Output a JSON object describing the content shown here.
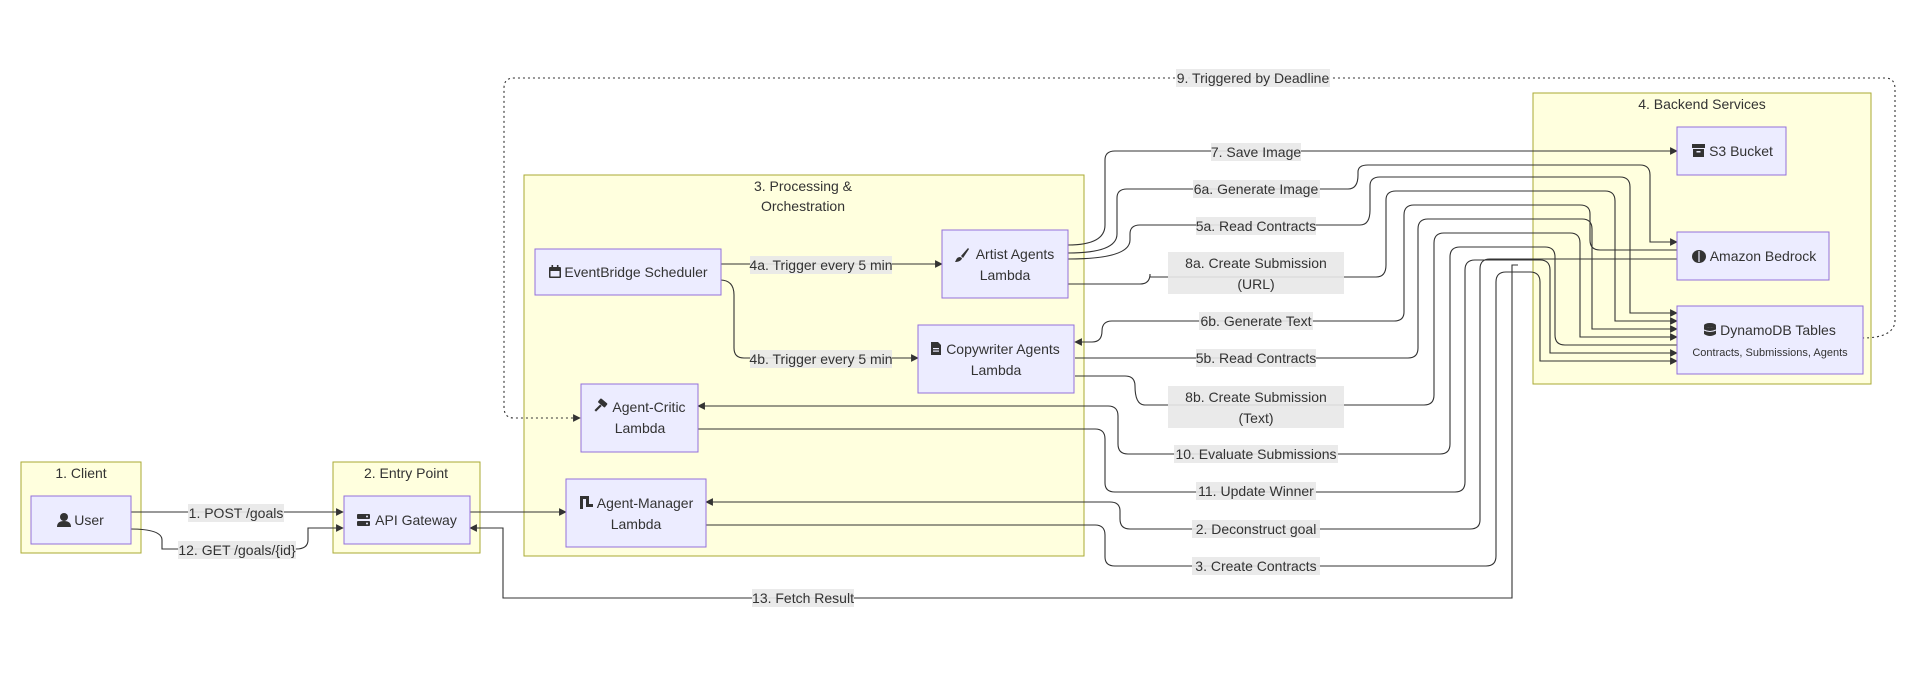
{
  "subgraphs": {
    "client": "1. Client",
    "entry": "2. Entry Point",
    "processing_line1": "3. Processing &",
    "processing_line2": "Orchestration",
    "backend": "4. Backend Services"
  },
  "nodes": {
    "user": {
      "label": "User",
      "icon": "user-icon"
    },
    "api_gateway": {
      "label": "API Gateway",
      "icon": "server-icon"
    },
    "eventbridge": {
      "label": "EventBridge Scheduler",
      "icon": "calendar-icon"
    },
    "artist_line1": "Artist Agents",
    "artist_line2": "Lambda",
    "artist_icon": "paintbrush-icon",
    "copywriter_line1": "Copywriter Agents",
    "copywriter_line2": "Lambda",
    "copywriter_icon": "document-icon",
    "critic_line1": "Agent-Critic",
    "critic_line2": "Lambda",
    "critic_icon": "gavel-icon",
    "manager_line1": "Agent-Manager",
    "manager_line2": "Lambda",
    "manager_icon": "network-icon",
    "s3": {
      "label": "S3 Bucket",
      "icon": "archive-icon"
    },
    "bedrock": {
      "label": "Amazon Bedrock",
      "icon": "brain-icon"
    },
    "dynamodb": {
      "label": "DynamoDB Tables",
      "sub": "Contracts, Submissions, Agents",
      "icon": "database-icon"
    }
  },
  "edges": {
    "e1": "1. POST /goals",
    "e12": "12. GET /goals/{id}",
    "e4a": "4a. Trigger every 5 min",
    "e4b": "4b. Trigger every 5 min",
    "e7": "7. Save Image",
    "e6a": "6a. Generate Image",
    "e5a": "5a. Read Contracts",
    "e8a_line1": "8a. Create Submission",
    "e8a_line2": "(URL)",
    "e6b": "6b. Generate Text",
    "e5b": "5b. Read Contracts",
    "e8b_line1": "8b. Create Submission",
    "e8b_line2": "(Text)",
    "e10": "10. Evaluate Submissions",
    "e11": "11. Update Winner",
    "e2": "2. Deconstruct goal",
    "e3": "3. Create Contracts",
    "e13": "13. Fetch Result",
    "e9": "9. Triggered by Deadline"
  },
  "colors": {
    "subgraph_fill": "#ffffde",
    "subgraph_stroke": "#aaaa33",
    "node_fill": "#ECECFF",
    "node_stroke": "#9370DB",
    "edge": "#333333"
  }
}
